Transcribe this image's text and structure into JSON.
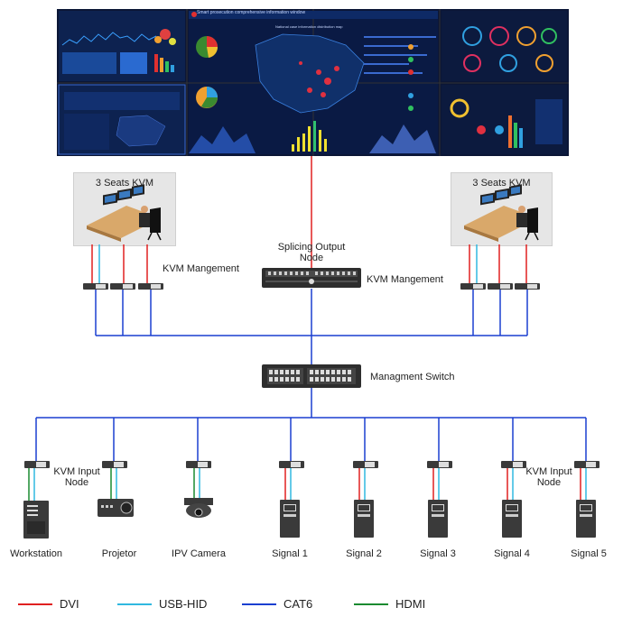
{
  "video_wall": {
    "header_text": "Smart prosecution comprehensive information window",
    "map_title": "National case information distribution map"
  },
  "kvm_left": {
    "title": "3 Seats KVM"
  },
  "kvm_right": {
    "title": "3 Seats KVM"
  },
  "kvm_mgmt_left_label": "KVM Mangement",
  "splicing_node_label": "Splicing Output\nNode",
  "kvm_mgmt_center_label": "KVM Mangement",
  "switch_label": "Managment Switch",
  "input_node_label_left": "KVM Input\nNode",
  "input_node_label_right": "KVM Input\nNode",
  "sources": [
    {
      "label": "Workstation",
      "icon": "workstation-icon"
    },
    {
      "label": "Projetor",
      "icon": "projector-icon"
    },
    {
      "label": "IPV Camera",
      "icon": "camera-icon"
    },
    {
      "label": "Signal 1",
      "icon": "pc-tower-icon"
    },
    {
      "label": "Signal 2",
      "icon": "pc-tower-icon"
    },
    {
      "label": "Signal 3",
      "icon": "pc-tower-icon"
    },
    {
      "label": "Signal 4",
      "icon": "pc-tower-icon"
    },
    {
      "label": "Signal 5",
      "icon": "pc-tower-icon"
    }
  ],
  "legend": [
    {
      "label": "DVI",
      "color": "#e02020"
    },
    {
      "label": "USB-HID",
      "color": "#30b8e0"
    },
    {
      "label": "CAT6",
      "color": "#1a3fd0"
    },
    {
      "label": "HDMI",
      "color": "#1a8a30"
    }
  ],
  "colors": {
    "dvi": "#e02020",
    "usb": "#30b8e0",
    "cat6": "#1a3fd0",
    "hdmi": "#1a8a30"
  }
}
